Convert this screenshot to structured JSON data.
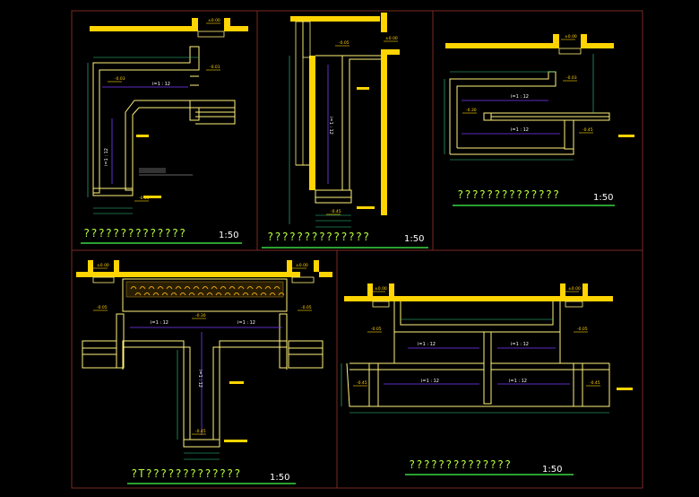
{
  "sheet": {
    "background": "#000000",
    "frame_color": "#7a2a22",
    "colors": {
      "wall_fill": "#ffd400",
      "wall_outline": "#fff27a",
      "hatch": "#b08b2a",
      "dim": "#35d08a",
      "elev_mark": "#ffd400",
      "slope_line": "#7a3cff",
      "title_text": "#b7ff3a",
      "underline": "#39d641",
      "white": "#ffffff"
    }
  },
  "panels": [
    {
      "id": "p1",
      "title": "??????????????",
      "scale": "1:50",
      "slope": "i=1 : 12",
      "slope_v": "i=1 : 12",
      "elev": [
        "±0.00",
        "-0.01",
        "-0.03",
        "-0.45"
      ]
    },
    {
      "id": "p2",
      "title": "??????????????",
      "scale": "1:50",
      "slope_v": "i=1 : 12",
      "elev": [
        "±0.00",
        "-0.05",
        "-0.45"
      ]
    },
    {
      "id": "p3",
      "title": "??????????????",
      "scale": "1:50",
      "slope": "i=1 : 12",
      "slope2": "i=1 : 12",
      "elev": [
        "±0.00",
        "-0.03",
        "-0.30",
        "-0.45"
      ]
    },
    {
      "id": "p4",
      "title": "?T?????????????",
      "scale": "1:50",
      "slope": "i=1 : 12",
      "slope2": "i=1 : 12",
      "slope_v": "i=1 : 12",
      "elev": [
        "±0.00",
        "±0.00",
        "-0.05",
        "-0.05",
        "-0.30",
        "-0.45"
      ]
    },
    {
      "id": "p5",
      "title": "??????????????",
      "scale": "1:50",
      "slope": "i=1 : 12",
      "slope2": "i=1 : 12",
      "slope3": "i=1 : 12",
      "slope4": "i=1 : 12",
      "elev": [
        "±0.00",
        "±0.00",
        "-0.05",
        "-0.05",
        "-0.45",
        "-0.45"
      ]
    }
  ]
}
